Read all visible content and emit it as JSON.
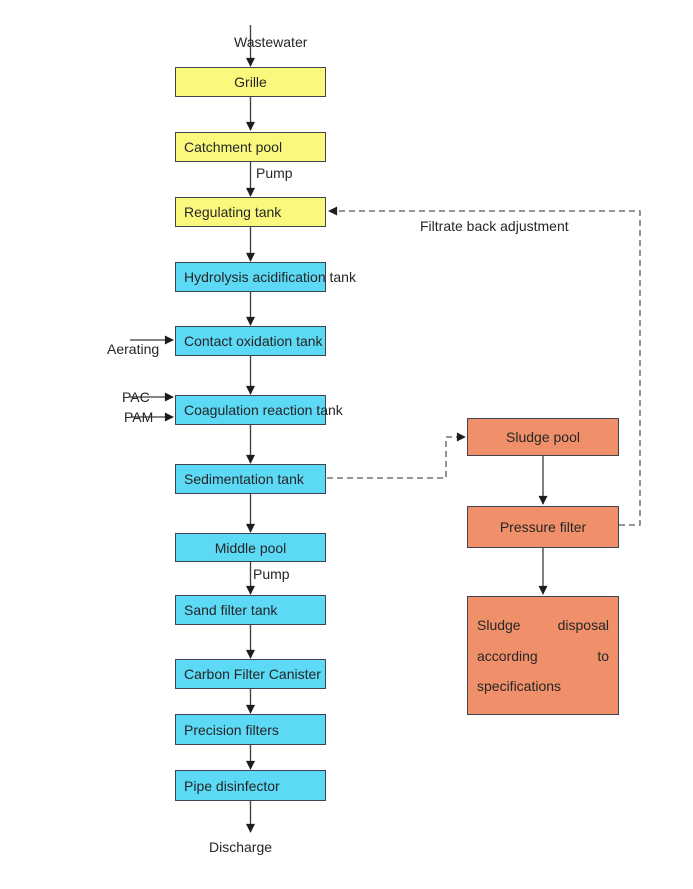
{
  "colors": {
    "yellow": "#FAF97E",
    "cyan": "#5BD9F5",
    "orange": "#F0906A",
    "border": "#3F4450",
    "text": "#262626",
    "line": "#3C3C3C",
    "dashed": "#595959",
    "background": "#FFFFFF"
  },
  "nodes": {
    "grille": {
      "label": "Grille",
      "color": "yellow"
    },
    "catchment_pool": {
      "label": "Catchment pool",
      "color": "yellow"
    },
    "regulating_tank": {
      "label": "Regulating tank",
      "color": "yellow"
    },
    "hydrolysis_tank": {
      "label": "Hydrolysis acidification tank",
      "color": "cyan"
    },
    "contact_tank": {
      "label": "Contact oxidation tank",
      "color": "cyan"
    },
    "coagulation_tank": {
      "label": "Coagulation reaction tank",
      "color": "cyan"
    },
    "sedimentation_tank": {
      "label": "Sedimentation tank",
      "color": "cyan"
    },
    "middle_pool": {
      "label": "Middle pool",
      "color": "cyan"
    },
    "sand_filter_tank": {
      "label": "Sand filter tank",
      "color": "cyan"
    },
    "carbon_filter": {
      "label": "Carbon Filter Canister",
      "color": "cyan"
    },
    "precision_filters": {
      "label": "Precision filters",
      "color": "cyan"
    },
    "pipe_disinfector": {
      "label": "Pipe disinfector",
      "color": "cyan"
    },
    "sludge_pool": {
      "label": "Sludge pool",
      "color": "orange"
    },
    "pressure_filter": {
      "label": "Pressure filter",
      "color": "orange"
    },
    "sludge_disposal": {
      "label": "Sludge disposal according to specifications",
      "color": "orange",
      "lines": [
        {
          "left": "Sludge",
          "right": "disposal"
        },
        {
          "left": "according",
          "right": "to"
        },
        {
          "left": "specifications",
          "right": ""
        }
      ]
    }
  },
  "labels": {
    "wastewater": "Wastewater",
    "pump_top": "Pump",
    "pump_bottom": "Pump",
    "aerating": "Aerating",
    "pac": "PAC",
    "pam": "PAM",
    "filtrate_back": "Filtrate back adjustment",
    "discharge": "Discharge"
  }
}
